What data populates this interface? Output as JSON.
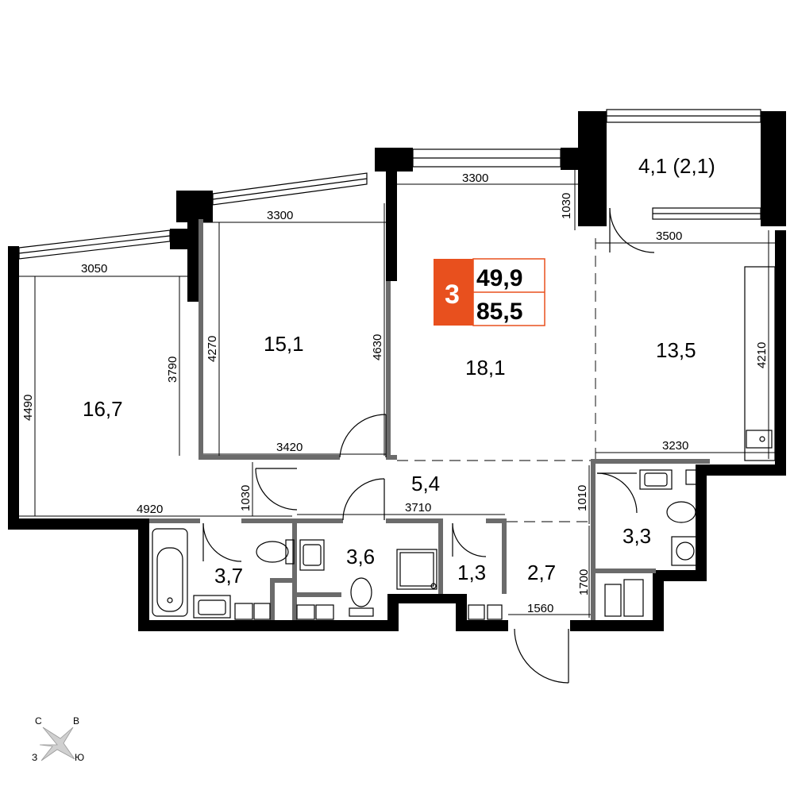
{
  "badge": {
    "rooms": "3",
    "living_area": "49,9",
    "total_area": "85,5",
    "accent_color": "#e8501e"
  },
  "rooms": {
    "bedroom_left": "16,7",
    "bedroom_middle": "15,1",
    "living": "18,1",
    "kitchen": "13,5",
    "balcony": "4,1 (2,1)",
    "hall": "5,4",
    "bath_left": "3,7",
    "bath_middle": "3,6",
    "storage": "1,3",
    "entry": "2,7",
    "bath_right": "3,3"
  },
  "dimensions": {
    "left_width": "3050",
    "left_height": "4490",
    "left_inner_height": "3790",
    "mid_top_width": "3300",
    "mid_height_left": "4270",
    "mid_height_right": "4630",
    "mid_bottom_width": "3420",
    "living_top_width": "3300",
    "living_top_offset": "1030",
    "kitchen_width": "3500",
    "kitchen_height": "4210",
    "kitchen_bottom_width": "3230",
    "lower_left_width": "4920",
    "hall_door_offset": "1030",
    "hall_width": "3710",
    "bath_right_offset": "1010",
    "entry_height": "1700",
    "entry_width": "1560"
  },
  "compass": {
    "north": "С",
    "east": "В",
    "west": "З",
    "south": "Ю"
  }
}
